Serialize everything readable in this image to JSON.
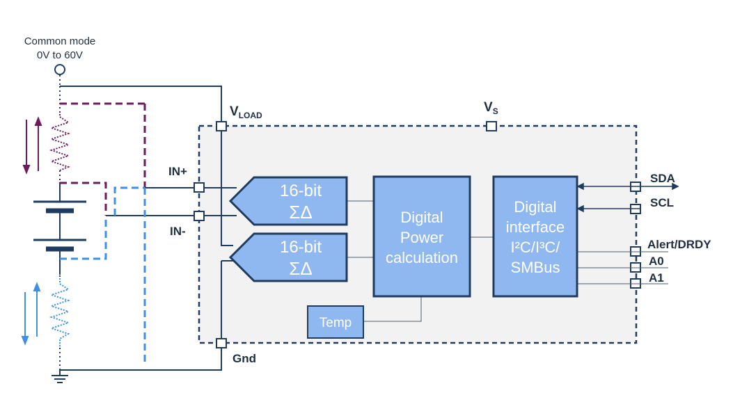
{
  "source": {
    "line1": "Common mode",
    "line2": "0V to 60V"
  },
  "pins": {
    "vload_main": "V",
    "vload_sub": "LOAD",
    "vs_main": "V",
    "vs_sub": "S",
    "in_plus": "IN+",
    "in_minus": "IN-",
    "gnd": "Gnd",
    "sda": "SDA",
    "scl": "SCL",
    "alert": "Alert/DRDY",
    "a0": "A0",
    "a1": "A1"
  },
  "blocks": {
    "adc1_line1": "16-bit",
    "adc1_line2": "ΣΔ",
    "adc2_line1": "16-bit",
    "adc2_line2": "ΣΔ",
    "power_line1": "Digital",
    "power_line2": "Power",
    "power_line3": "calculation",
    "iface_line1": "Digital",
    "iface_line2": "interface",
    "iface_line3": "I²C/I³C/",
    "iface_line4": "SMBus",
    "temp": "Temp"
  },
  "colors": {
    "chip_border": "#1f3a5f",
    "chip_fill": "#f2f2f2",
    "block_fill": "#8fb8f0",
    "block_border": "#1f3a5f",
    "wire": "#1f3a5f",
    "purple_path": "#6b1a5c",
    "blue_path": "#3f8fe6"
  }
}
